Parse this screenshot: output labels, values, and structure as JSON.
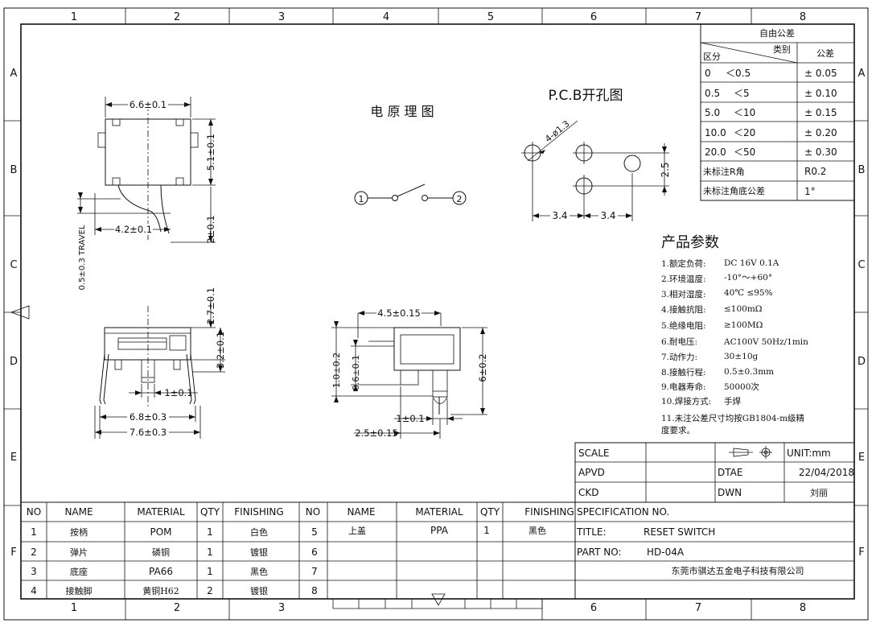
{
  "border": {
    "cols": [
      "1",
      "2",
      "3",
      "4",
      "5",
      "6",
      "7",
      "8"
    ],
    "rows": [
      "A",
      "B",
      "C",
      "D",
      "E",
      "F"
    ]
  },
  "tolerance_table": {
    "title": "自由公差",
    "header_category": "类别",
    "header_range": "区分",
    "header_tol": "公差",
    "rows": [
      {
        "range_a": "0",
        "range_b": "＜0.5",
        "tol": "± 0.05"
      },
      {
        "range_a": "0.5",
        "range_b": "＜5",
        "tol": "± 0.10"
      },
      {
        "range_a": "5.0",
        "range_b": "＜10",
        "tol": "± 0.15"
      },
      {
        "range_a": "10.0",
        "range_b": "＜20",
        "tol": "± 0.20"
      },
      {
        "range_a": "20.0",
        "range_b": "＜50",
        "tol": "± 0.30"
      }
    ],
    "radius_label": "未标注R角",
    "radius_value": "R0.2",
    "angle_label": "未标注角底公差",
    "angle_value": "1°"
  },
  "schematic": {
    "title": "电 原 理 图",
    "node1": "1",
    "node2": "2"
  },
  "pcb": {
    "title": "P.C.B开孔图",
    "hole_label": "4-ø1.3",
    "dim_h": "2.5",
    "dim_a": "3.4",
    "dim_b": "3.4"
  },
  "top_view": {
    "width": "6.6±0.1",
    "height": "5.1±0.1",
    "offset": "4.2±0.1",
    "stem": "2±0.1",
    "travel": "0.5±0.3  TRAVEL"
  },
  "front_view": {
    "top": "2.7±0.1",
    "height": "3.2±0.1",
    "pitch": "1±0.1",
    "inner": "6.8±0.3",
    "outer": "7.6±0.3"
  },
  "side_view": {
    "width": "4.5±0.15",
    "h1": "1.0±0.2",
    "h2": "0.6±0.1",
    "height": "6±0.2",
    "pin": "1±0.1",
    "base": "2.5±0.15"
  },
  "params": {
    "title": "产品参数",
    "items": [
      {
        "label": "1.额定负荷:",
        "value": "DC 16V 0.1A"
      },
      {
        "label": "2.环境温度:",
        "value": "-10°～+60°"
      },
      {
        "label": "3.相对湿度:",
        "value": "40℃ ≤95%"
      },
      {
        "label": "4.接触抗阻:",
        "value": "≤100mΩ"
      },
      {
        "label": "5.绝缘电阻:",
        "value": "≥100MΩ"
      },
      {
        "label": "6.耐电压:",
        "value": "AC100V 50Hz/1min"
      },
      {
        "label": "7.动作力:",
        "value": "30±10g"
      },
      {
        "label": "8.接触行程:",
        "value": "0.5±0.3mm"
      },
      {
        "label": "9.电器寿命:",
        "value": "50000次"
      },
      {
        "label": "10.焊接方式:",
        "value": "手焊"
      }
    ],
    "note_line1": "11.未注公差尺寸均按GB1804-m级精",
    "note_line2": "度要求。"
  },
  "title_block": {
    "scale": "SCALE",
    "unit": "UNIT:mm",
    "apvd": "APVD",
    "dtae": "DTAE",
    "date": "22/04/2018",
    "ckd": "CKD",
    "dwn": "DWN",
    "drawer": "刘丽",
    "spec": "SPECIFICATION NO.",
    "title_label": "TITLE:",
    "title_value": "RESET SWITCH",
    "part_label": "PART NO:",
    "part_value": "HD-04A",
    "company": "东莞市骐达五金电子科技有限公司"
  },
  "bom": {
    "headers": [
      "NO",
      "NAME",
      "MATERIAL",
      "QTY",
      "FINISHING",
      "NO",
      "NAME",
      "MATERIAL",
      "QTY",
      "FINISHING"
    ],
    "rows": [
      {
        "no": "1",
        "name": "按柄",
        "material": "POM",
        "qty": "1",
        "finishing": "白色",
        "no2": "5",
        "name2": "上盖",
        "material2": "PPA",
        "qty2": "1",
        "finishing2": "黑色"
      },
      {
        "no": "2",
        "name": "弹片",
        "material": "磷铜",
        "qty": "1",
        "finishing": "镀银",
        "no2": "6",
        "name2": "",
        "material2": "",
        "qty2": "",
        "finishing2": ""
      },
      {
        "no": "3",
        "name": "底座",
        "material": "PA66",
        "qty": "1",
        "finishing": "黑色",
        "no2": "7",
        "name2": "",
        "material2": "",
        "qty2": "",
        "finishing2": ""
      },
      {
        "no": "4",
        "name": "接触脚",
        "material": "黄铜H62",
        "qty": "2",
        "finishing": "镀银",
        "no2": "8",
        "name2": "",
        "material2": "",
        "qty2": "",
        "finishing2": ""
      }
    ]
  }
}
